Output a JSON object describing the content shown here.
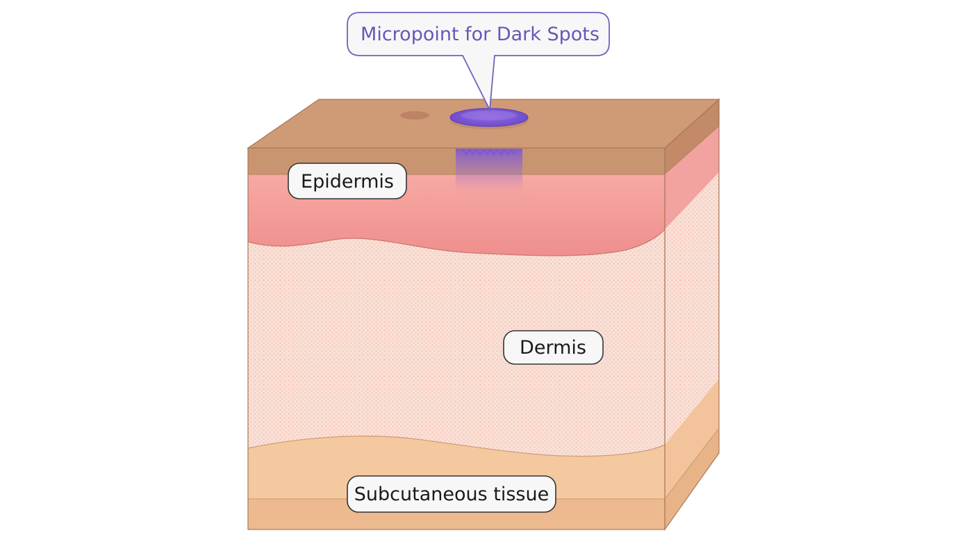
{
  "callout": {
    "text": "Micropoint for Dark Spots"
  },
  "labels": {
    "epidermis": "Epidermis",
    "dermis": "Dermis",
    "subcutaneous": "Subcutaneous tissue"
  },
  "colors": {
    "skin_top": "#cf9a76",
    "skin_side": "#c68d68",
    "epidermis_band": "#c89470",
    "epidermis_pink": "#f09592",
    "dermis": "#f8ddd2",
    "subcutaneous": "#f5c9a0",
    "subcutaneous_base": "#edb98f",
    "outline": "#a87858",
    "patch": "#7b56d6",
    "callout_border": "#7060c0",
    "callout_text": "#6a55b8",
    "label_border": "#333333"
  },
  "icons": {
    "patch": "micropoint-patch-icon",
    "dark_spot": "dark-spot-icon"
  }
}
